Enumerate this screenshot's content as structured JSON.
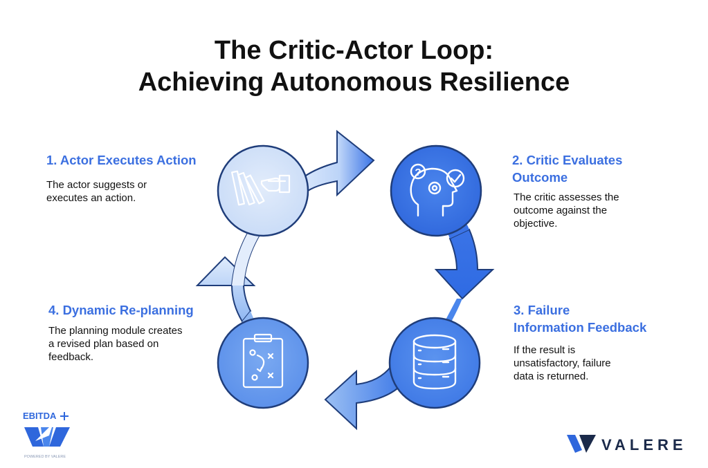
{
  "title": {
    "line1": "The Critic-Actor Loop:",
    "line2": "Achieving Autonomous Resilience"
  },
  "steps": [
    {
      "title": "1. Actor Executes Action",
      "desc": [
        "The actor suggests or",
        "executes an action."
      ],
      "icon": "hand-dominoes-icon",
      "color": "#cfe0fa"
    },
    {
      "title": [
        "2. Critic Evaluates",
        "Outcome"
      ],
      "desc": [
        "The critic assesses the",
        "outcome against the",
        "objective."
      ],
      "icon": "head-gears-check-icon",
      "color": "#3a73e6"
    },
    {
      "title": [
        "3. Failure",
        "Information Feedback"
      ],
      "desc": [
        "If the result is",
        "unsatisfactory, failure",
        "data is returned."
      ],
      "icon": "database-icon",
      "color": "#4a86ec"
    },
    {
      "title": "4. Dynamic Re-planning",
      "desc": [
        "The planning module creates",
        "a revised plan based on",
        "feedback."
      ],
      "icon": "clipboard-plan-icon",
      "color": "#5f95ef"
    }
  ],
  "logos": {
    "ebitda": {
      "name": "EBITDA",
      "tagline": "POWERED BY VALERE"
    },
    "valere": {
      "name": "VALERE"
    }
  },
  "colors": {
    "accent": "#3b6fe0",
    "arrow_light": "#d7e6fb",
    "arrow_dark": "#3a73e6"
  }
}
